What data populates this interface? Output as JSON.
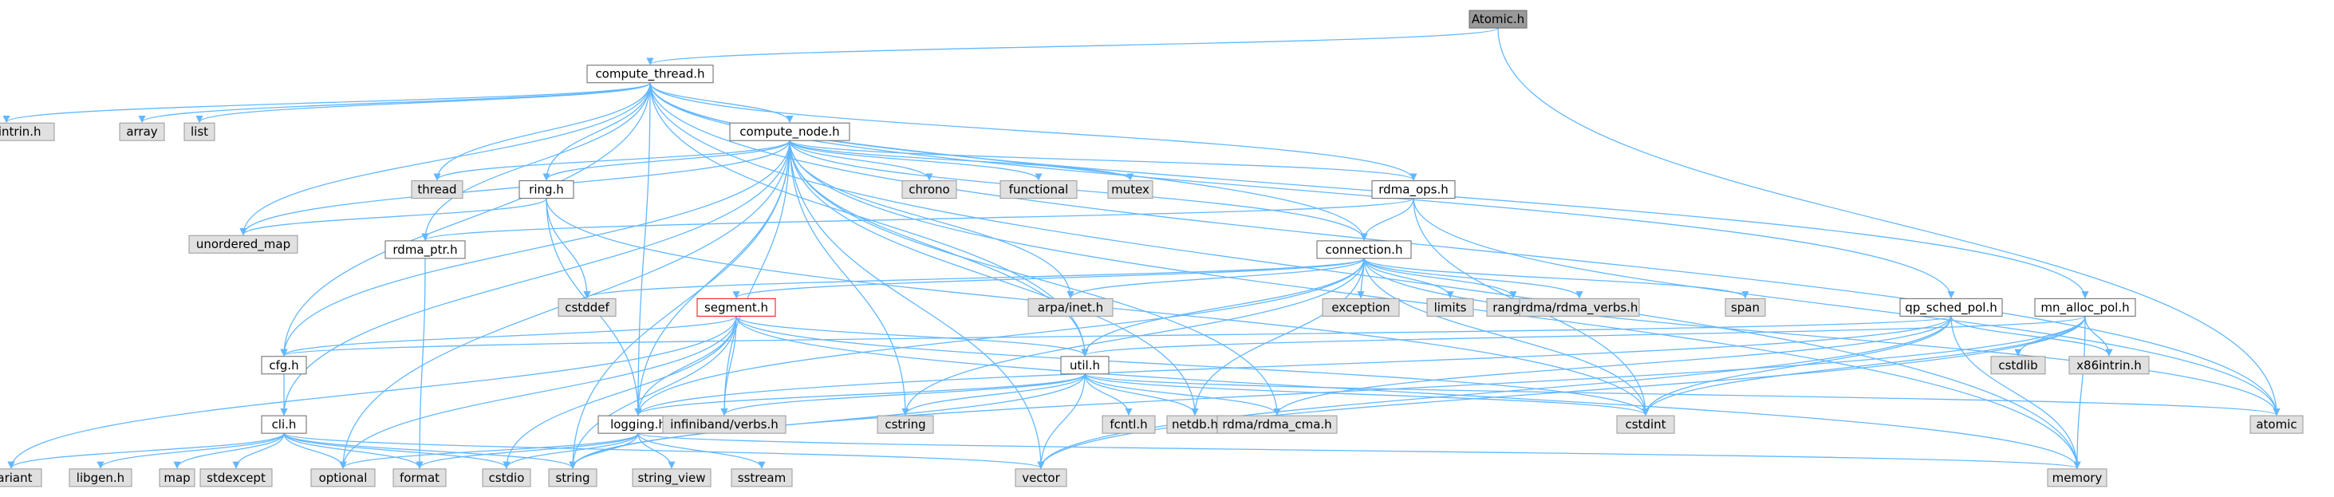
{
  "colors": {
    "edge": "#63b8ff",
    "system_header_fill": "#e0e0e0",
    "project_header_fill": "#ffffff",
    "root_fill": "#999999",
    "highlight_border": "#ff0000"
  },
  "nodes": [
    {
      "id": "atomic_h",
      "label": "Atomic.h",
      "kind": "root"
    },
    {
      "id": "compute_thread_h",
      "label": "compute_thread.h",
      "kind": "proj"
    },
    {
      "id": "immintrin_h",
      "label": "immintrin.h",
      "kind": "sys"
    },
    {
      "id": "array",
      "label": "array",
      "kind": "sys"
    },
    {
      "id": "list",
      "label": "list",
      "kind": "sys"
    },
    {
      "id": "compute_node_h",
      "label": "compute_node.h",
      "kind": "proj"
    },
    {
      "id": "thread",
      "label": "thread",
      "kind": "sys"
    },
    {
      "id": "ring_h",
      "label": "ring.h",
      "kind": "proj"
    },
    {
      "id": "unordered_map",
      "label": "unordered_map",
      "kind": "sys"
    },
    {
      "id": "chrono",
      "label": "chrono",
      "kind": "sys"
    },
    {
      "id": "functional",
      "label": "functional",
      "kind": "sys"
    },
    {
      "id": "mutex",
      "label": "mutex",
      "kind": "sys"
    },
    {
      "id": "rdma_ops_h",
      "label": "rdma_ops.h",
      "kind": "proj"
    },
    {
      "id": "rdma_ptr_h",
      "label": "rdma_ptr.h",
      "kind": "proj"
    },
    {
      "id": "connection_h",
      "label": "connection.h",
      "kind": "proj"
    },
    {
      "id": "cstddef",
      "label": "cstddef",
      "kind": "sys"
    },
    {
      "id": "segment_h",
      "label": "segment.h",
      "kind": "warn"
    },
    {
      "id": "arpa_inet_h",
      "label": "arpa/inet.h",
      "kind": "sys"
    },
    {
      "id": "exception",
      "label": "exception",
      "kind": "sys"
    },
    {
      "id": "limits",
      "label": "limits",
      "kind": "sys"
    },
    {
      "id": "ranges",
      "label": "ranges",
      "kind": "sys"
    },
    {
      "id": "rdma_verbs_h",
      "label": "rdma/rdma_verbs.h",
      "kind": "sys"
    },
    {
      "id": "span",
      "label": "span",
      "kind": "sys"
    },
    {
      "id": "qp_sched_pol_h",
      "label": "qp_sched_pol.h",
      "kind": "proj"
    },
    {
      "id": "mn_alloc_pol_h",
      "label": "mn_alloc_pol.h",
      "kind": "proj"
    },
    {
      "id": "cfg_h",
      "label": "cfg.h",
      "kind": "proj"
    },
    {
      "id": "util_h",
      "label": "util.h",
      "kind": "proj"
    },
    {
      "id": "cstdlib",
      "label": "cstdlib",
      "kind": "sys"
    },
    {
      "id": "x86intrin_h",
      "label": "x86intrin.h",
      "kind": "sys"
    },
    {
      "id": "cli_h",
      "label": "cli.h",
      "kind": "proj"
    },
    {
      "id": "logging_h",
      "label": "logging.h",
      "kind": "proj"
    },
    {
      "id": "infiniband_verbs_h",
      "label": "infiniband/verbs.h",
      "kind": "sys"
    },
    {
      "id": "cstring",
      "label": "cstring",
      "kind": "sys"
    },
    {
      "id": "fcntl_h",
      "label": "fcntl.h",
      "kind": "sys"
    },
    {
      "id": "netdb_h",
      "label": "netdb.h",
      "kind": "sys"
    },
    {
      "id": "rdma_cma_h",
      "label": "rdma/rdma_cma.h",
      "kind": "sys"
    },
    {
      "id": "cstdint",
      "label": "cstdint",
      "kind": "sys"
    },
    {
      "id": "atomic",
      "label": "atomic",
      "kind": "sys"
    },
    {
      "id": "variant",
      "label": "variant",
      "kind": "sys"
    },
    {
      "id": "libgen_h",
      "label": "libgen.h",
      "kind": "sys"
    },
    {
      "id": "map",
      "label": "map",
      "kind": "sys"
    },
    {
      "id": "stdexcept",
      "label": "stdexcept",
      "kind": "sys"
    },
    {
      "id": "optional",
      "label": "optional",
      "kind": "sys"
    },
    {
      "id": "format",
      "label": "format",
      "kind": "sys"
    },
    {
      "id": "cstdio",
      "label": "cstdio",
      "kind": "sys"
    },
    {
      "id": "string",
      "label": "string",
      "kind": "sys"
    },
    {
      "id": "string_view",
      "label": "string_view",
      "kind": "sys"
    },
    {
      "id": "sstream",
      "label": "sstream",
      "kind": "sys"
    },
    {
      "id": "vector",
      "label": "vector",
      "kind": "sys"
    },
    {
      "id": "memory",
      "label": "memory",
      "kind": "sys"
    }
  ],
  "edges": [
    [
      "atomic_h",
      "compute_thread_h"
    ],
    [
      "atomic_h",
      "atomic"
    ],
    [
      "compute_thread_h",
      "immintrin_h"
    ],
    [
      "compute_thread_h",
      "array"
    ],
    [
      "compute_thread_h",
      "list"
    ],
    [
      "compute_thread_h",
      "compute_node_h"
    ],
    [
      "compute_thread_h",
      "thread"
    ],
    [
      "compute_thread_h",
      "ring_h"
    ],
    [
      "compute_thread_h",
      "unordered_map"
    ],
    [
      "compute_thread_h",
      "rdma_ops_h"
    ],
    [
      "compute_thread_h",
      "rdma_ptr_h"
    ],
    [
      "compute_thread_h",
      "connection_h"
    ],
    [
      "compute_thread_h",
      "qp_sched_pol_h"
    ],
    [
      "compute_thread_h",
      "mn_alloc_pol_h"
    ],
    [
      "compute_thread_h",
      "cfg_h"
    ],
    [
      "compute_thread_h",
      "util_h"
    ],
    [
      "compute_thread_h",
      "logging_h"
    ],
    [
      "compute_thread_h",
      "atomic"
    ],
    [
      "compute_thread_h",
      "memory"
    ],
    [
      "compute_node_h",
      "thread"
    ],
    [
      "compute_node_h",
      "ring_h"
    ],
    [
      "compute_node_h",
      "unordered_map"
    ],
    [
      "compute_node_h",
      "chrono"
    ],
    [
      "compute_node_h",
      "functional"
    ],
    [
      "compute_node_h",
      "mutex"
    ],
    [
      "compute_node_h",
      "rdma_ops_h"
    ],
    [
      "compute_node_h",
      "connection_h"
    ],
    [
      "compute_node_h",
      "arpa_inet_h"
    ],
    [
      "compute_node_h",
      "cfg_h"
    ],
    [
      "compute_node_h",
      "cli_h"
    ],
    [
      "compute_node_h",
      "util_h"
    ],
    [
      "compute_node_h",
      "logging_h"
    ],
    [
      "compute_node_h",
      "infiniband_verbs_h"
    ],
    [
      "compute_node_h",
      "cstring"
    ],
    [
      "compute_node_h",
      "netdb_h"
    ],
    [
      "compute_node_h",
      "rdma_cma_h"
    ],
    [
      "compute_node_h",
      "string"
    ],
    [
      "compute_node_h",
      "vector"
    ],
    [
      "compute_node_h",
      "memory"
    ],
    [
      "compute_node_h",
      "optional"
    ],
    [
      "ring_h",
      "unordered_map"
    ],
    [
      "ring_h",
      "cstddef"
    ],
    [
      "ring_h",
      "logging_h"
    ],
    [
      "ring_h",
      "cstdint"
    ],
    [
      "rdma_ops_h",
      "rdma_ptr_h"
    ],
    [
      "rdma_ops_h",
      "connection_h"
    ],
    [
      "rdma_ops_h",
      "cstdint"
    ],
    [
      "rdma_ops_h",
      "atomic"
    ],
    [
      "rdma_ptr_h",
      "format"
    ],
    [
      "connection_h",
      "cstddef"
    ],
    [
      "connection_h",
      "segment_h"
    ],
    [
      "connection_h",
      "arpa_inet_h"
    ],
    [
      "connection_h",
      "exception"
    ],
    [
      "connection_h",
      "limits"
    ],
    [
      "connection_h",
      "ranges"
    ],
    [
      "connection_h",
      "rdma_verbs_h"
    ],
    [
      "connection_h",
      "span"
    ],
    [
      "connection_h",
      "util_h"
    ],
    [
      "connection_h",
      "logging_h"
    ],
    [
      "connection_h",
      "netdb_h"
    ],
    [
      "connection_h",
      "cstdint"
    ],
    [
      "connection_h",
      "atomic"
    ],
    [
      "connection_h",
      "cstring"
    ],
    [
      "segment_h",
      "cfg_h"
    ],
    [
      "segment_h",
      "util_h"
    ],
    [
      "segment_h",
      "logging_h"
    ],
    [
      "segment_h",
      "infiniband_verbs_h"
    ],
    [
      "segment_h",
      "cstdint"
    ],
    [
      "segment_h",
      "memory"
    ],
    [
      "segment_h",
      "variant"
    ],
    [
      "segment_h",
      "optional"
    ],
    [
      "segment_h",
      "cstdio"
    ],
    [
      "segment_h",
      "string"
    ],
    [
      "qp_sched_pol_h",
      "cfg_h"
    ],
    [
      "qp_sched_pol_h",
      "logging_h"
    ],
    [
      "qp_sched_pol_h",
      "x86intrin_h"
    ],
    [
      "qp_sched_pol_h",
      "cstdint"
    ],
    [
      "qp_sched_pol_h",
      "rdma_cma_h"
    ],
    [
      "qp_sched_pol_h",
      "memory"
    ],
    [
      "qp_sched_pol_h",
      "vector"
    ],
    [
      "mn_alloc_pol_h",
      "cstdlib"
    ],
    [
      "mn_alloc_pol_h",
      "x86intrin_h"
    ],
    [
      "mn_alloc_pol_h",
      "cstdint"
    ],
    [
      "mn_alloc_pol_h",
      "memory"
    ],
    [
      "mn_alloc_pol_h",
      "vector"
    ],
    [
      "mn_alloc_pol_h",
      "util_h"
    ],
    [
      "mn_alloc_pol_h",
      "string"
    ],
    [
      "cfg_h",
      "cli_h"
    ],
    [
      "util_h",
      "logging_h"
    ],
    [
      "util_h",
      "infiniband_verbs_h"
    ],
    [
      "util_h",
      "cstring"
    ],
    [
      "util_h",
      "fcntl_h"
    ],
    [
      "util_h",
      "netdb_h"
    ],
    [
      "util_h",
      "rdma_cma_h"
    ],
    [
      "util_h",
      "cstdint"
    ],
    [
      "util_h",
      "atomic"
    ],
    [
      "util_h",
      "vector"
    ],
    [
      "util_h",
      "string"
    ],
    [
      "cli_h",
      "variant"
    ],
    [
      "cli_h",
      "libgen_h"
    ],
    [
      "cli_h",
      "map"
    ],
    [
      "cli_h",
      "stdexcept"
    ],
    [
      "cli_h",
      "optional"
    ],
    [
      "cli_h",
      "format"
    ],
    [
      "cli_h",
      "cstdio"
    ],
    [
      "cli_h",
      "string"
    ],
    [
      "cli_h",
      "vector"
    ],
    [
      "logging_h",
      "optional"
    ],
    [
      "logging_h",
      "format"
    ],
    [
      "logging_h",
      "cstdio"
    ],
    [
      "logging_h",
      "string"
    ],
    [
      "logging_h",
      "string_view"
    ],
    [
      "logging_h",
      "sstream"
    ],
    [
      "logging_h",
      "memory"
    ]
  ]
}
